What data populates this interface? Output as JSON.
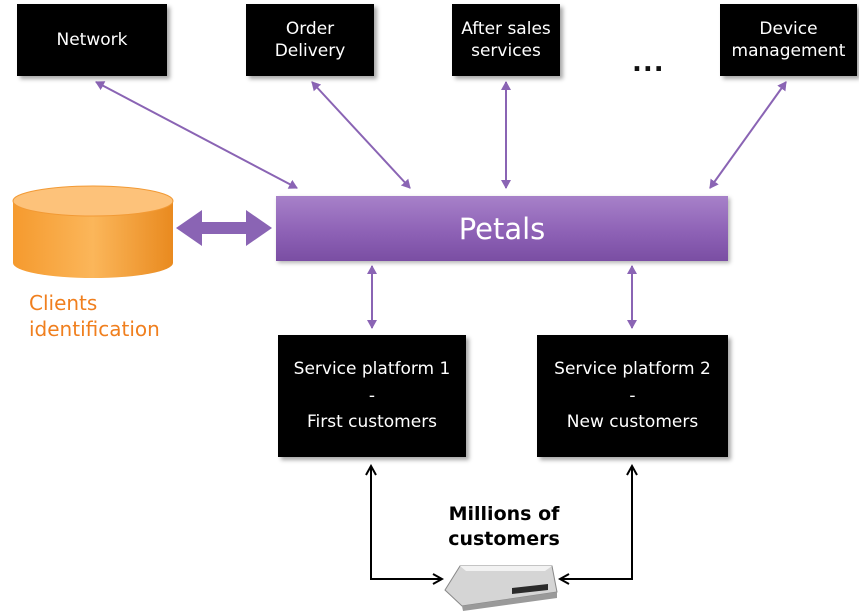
{
  "top_boxes": {
    "network": "Network",
    "order_delivery": "Order\nDelivery",
    "after_sales": "After sales\nservices",
    "ellipsis": "...",
    "device_management": "Device\nmanagement"
  },
  "hub": {
    "label": "Petals"
  },
  "database": {
    "label": "Clients\nidentification"
  },
  "platforms": {
    "sp1": "Service platform 1\n-\nFirst customers",
    "sp2": "Service platform 2\n-\nNew customers"
  },
  "customers": {
    "label": "Millions of\ncustomers"
  },
  "colors": {
    "hub": "#8e62b6",
    "arrow": "#8a64b4",
    "database": "#f7a23a",
    "label_orange": "#f07f1e",
    "box": "#000000"
  },
  "icons": {
    "customer_device": "set-top-box-icon"
  }
}
